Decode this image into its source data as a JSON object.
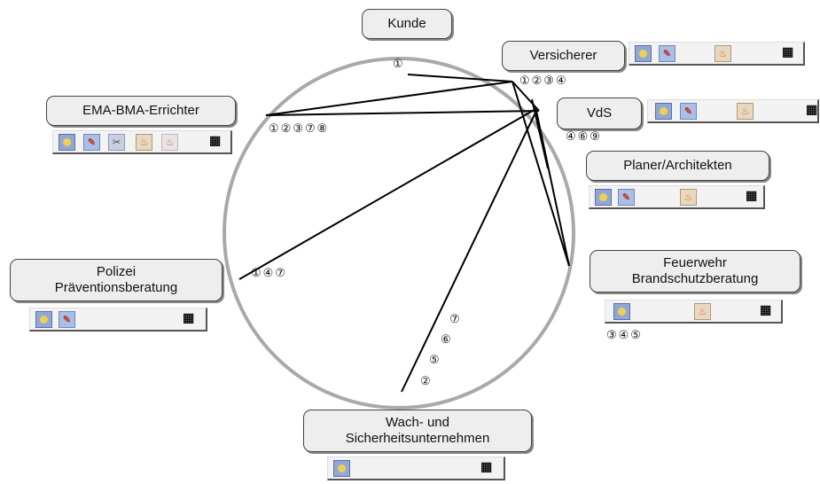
{
  "labels": {
    "kunde": "Kunde",
    "versicherer": "Versicherer",
    "vds": "VdS",
    "planer": "Planer/Architekten",
    "ema": "EMA-BMA-Errichter",
    "polizei_1": "Polizei",
    "polizei_2": "Präventionsberatung",
    "feuerwehr_1": "Feuerwehr",
    "feuerwehr_2": "Brandschutzberatung",
    "wach_1": "Wach- und",
    "wach_2": "Sicherheitsunternehmen"
  },
  "markers": {
    "kunde": "①",
    "versicherer": "①②③④",
    "vds": "④⑥⑨",
    "ema": "①②③⑦⑧",
    "polizei": "①④⑦",
    "feuerwehr": "③④⑤",
    "wach": [
      "⑦",
      "⑥",
      "⑤",
      "②"
    ]
  },
  "icons": {
    "photo": "photo-icon",
    "pencil": "pencil-icon",
    "tool": "tool-icon",
    "fire": "fire-icon",
    "flame": "flame-icon",
    "grid": "grid-icon",
    "grid_glyph": "▦",
    "fire_glyph": "♨",
    "pencil_glyph": "✎",
    "tool_glyph": "✂"
  },
  "colors": {
    "circle": "#a9a9a9",
    "line": "#000000",
    "box_fill": "#eeeeee",
    "box_border": "#444444"
  }
}
